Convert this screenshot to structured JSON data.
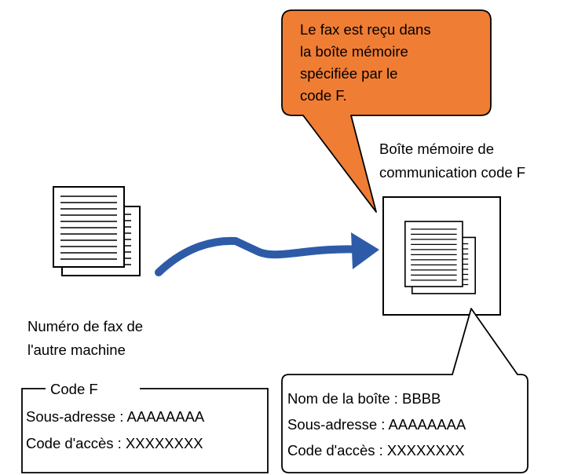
{
  "callout": {
    "lines": [
      "Le fax est reçu dans",
      "la boîte mémoire",
      "spécifiée par le",
      "code F."
    ],
    "color": "#F07D34"
  },
  "mailbox_label": {
    "lines": [
      "Boîte mémoire de",
      "communication code F"
    ]
  },
  "sender_label": {
    "lines": [
      "Numéro de fax de",
      "l'autre machine"
    ]
  },
  "code_f_box": {
    "title": "Code F",
    "lines": [
      "Sous-adresse : AAAAAAAA",
      "Code d'accès : XXXXXXXX"
    ]
  },
  "mailbox_info": {
    "lines": [
      "Nom de la boîte : BBBB",
      "Sous-adresse : AAAAAAAA",
      "Code d'accès : XXXXXXXX"
    ]
  },
  "arrow_color": "#2E5BA8",
  "icons": [
    "document-stack-icon",
    "document-stack-icon",
    "transmission-arrow-icon"
  ]
}
